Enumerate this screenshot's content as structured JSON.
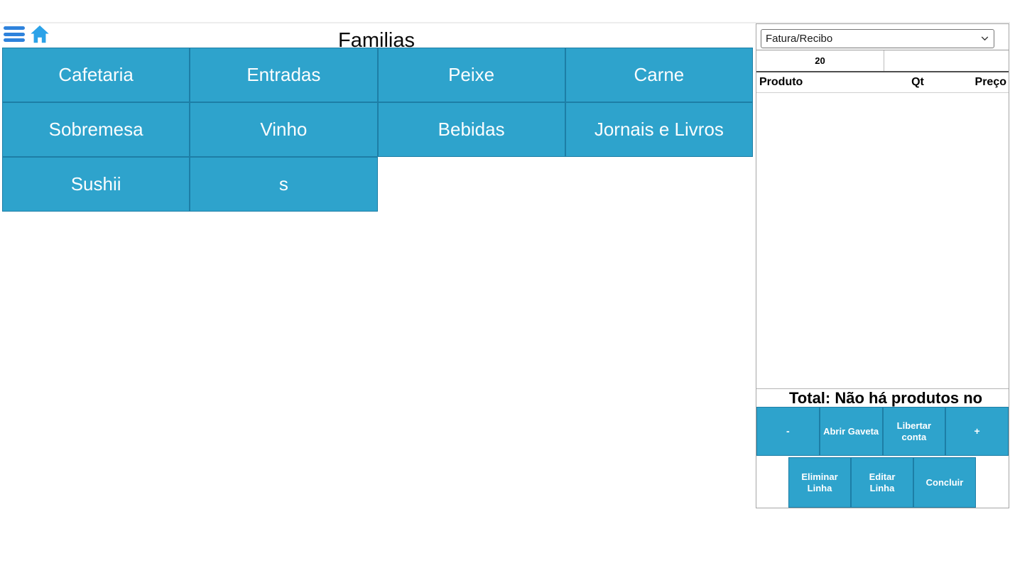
{
  "header": {
    "title": "Familias"
  },
  "toolbar": {
    "menu_icon": "hamburger-menu-icon",
    "home_icon": "home-icon"
  },
  "families": {
    "buttons": [
      "Cafetaria",
      "Entradas",
      "Peixe",
      "Carne",
      "Sobremesa",
      "Vinho",
      "Bebidas",
      "Jornais e Livros",
      "Sushii",
      "s"
    ]
  },
  "order_panel": {
    "document_type_selected": "Fatura/Recibo",
    "table_number": "20",
    "table_headers": {
      "produto": "Produto",
      "qt": "Qt",
      "preco": "Preço"
    },
    "total_text": "Total: Não há produtos no",
    "actions_row1": [
      "-",
      "Abrir Gaveta",
      "Libertar conta",
      "+"
    ],
    "actions_row2": [
      "Eliminar Linha",
      "Editar Linha",
      "Concluir"
    ]
  },
  "colors": {
    "accent_teal": "#2EA3CC",
    "accent_teal_border": "#1D7EA6",
    "menu_icon_blue": "#2E82DC",
    "home_icon_blue": "#2BA2E8"
  }
}
